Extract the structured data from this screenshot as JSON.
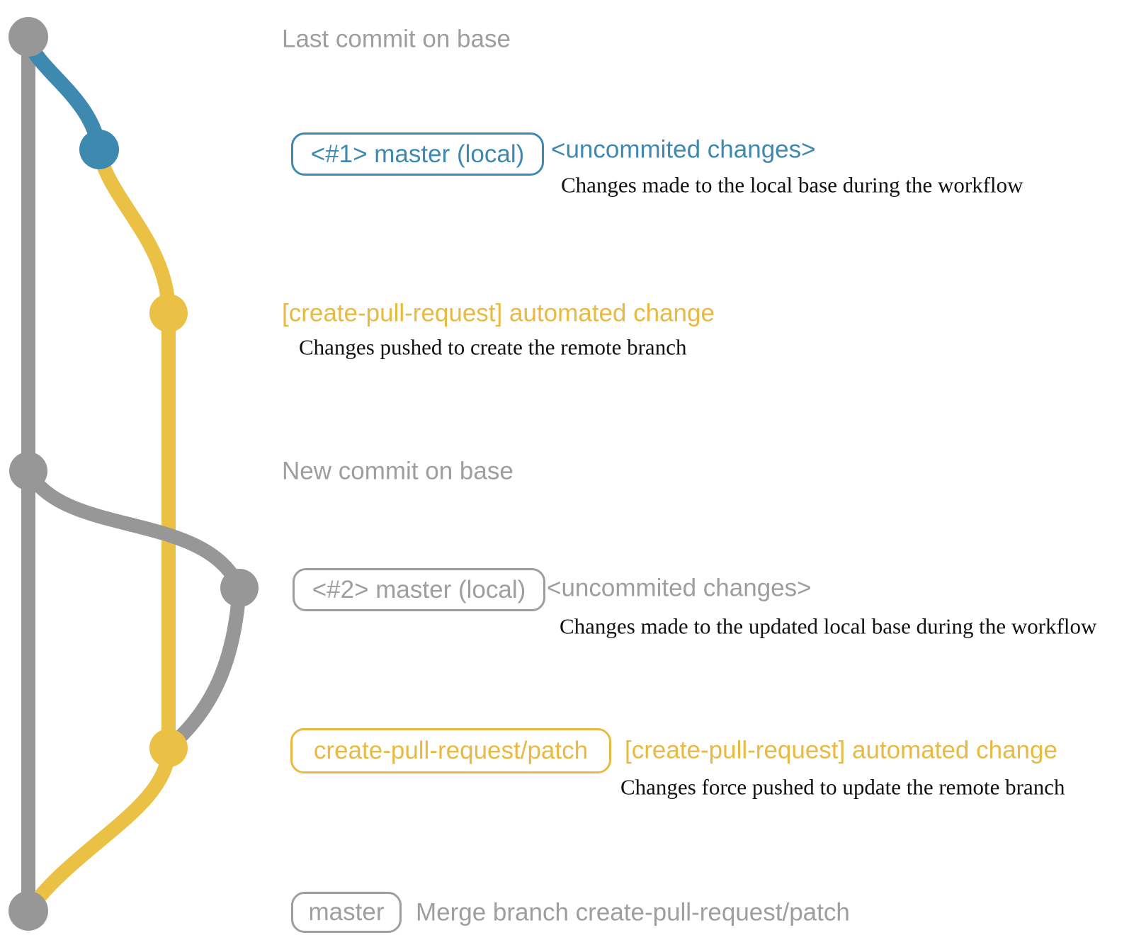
{
  "colors": {
    "branch_gray": "#979797",
    "branch_blue": "#3d89b0",
    "branch_yellow": "#eac144",
    "text_gray": "#9e9e9e",
    "text_blue": "#3d89b0",
    "text_yellow": "#e9ba41",
    "description_black": "#121212"
  },
  "rows": {
    "last_commit": {
      "label": "Last commit on base"
    },
    "local_1": {
      "tag": "<#1> master (local)",
      "annotation": "<uncommited changes>",
      "description": "Changes made to the local base during the workflow"
    },
    "remote_1": {
      "annotation": "[create-pull-request] automated change",
      "description": "Changes pushed to create the remote branch"
    },
    "new_commit": {
      "label": "New commit on base"
    },
    "local_2": {
      "tag": "<#2> master (local)",
      "annotation": "<uncommited changes>",
      "description": "Changes made to the updated local base during the workflow"
    },
    "remote_2": {
      "tag": "create-pull-request/patch",
      "annotation": "[create-pull-request] automated change",
      "description": "Changes force pushed to update the remote branch"
    },
    "merge": {
      "tag": "master",
      "label": "Merge branch create-pull-request/patch"
    }
  }
}
